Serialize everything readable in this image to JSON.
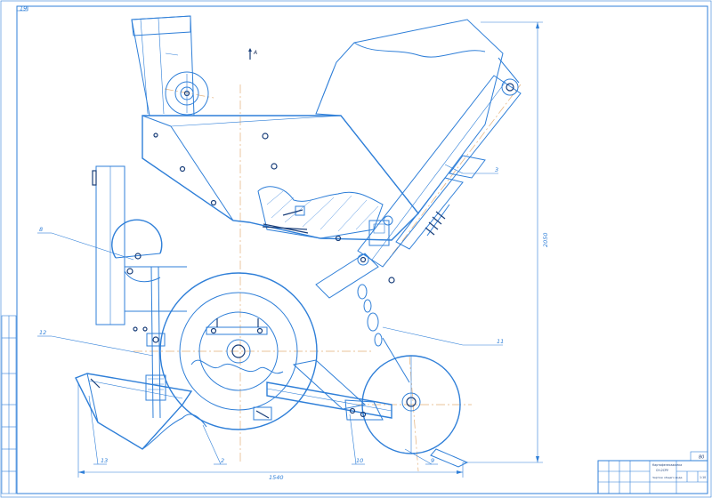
{
  "sheet": {
    "corner_stamp": "19"
  },
  "view": {
    "view_label": "A"
  },
  "dimensions": {
    "height": "2050",
    "width": "1540"
  },
  "callouts": {
    "c1": "8",
    "c2": "3",
    "c3": "11",
    "c4": "12",
    "c5": "13",
    "c6": "2",
    "c7": "10",
    "c8": "9"
  },
  "title_block": {
    "format_label": "80",
    "designation": "Картофелесажалка",
    "designation_sub": "СН-2СРУ",
    "doc_name": "Чертеж общего вида",
    "scale": "1:10"
  }
}
